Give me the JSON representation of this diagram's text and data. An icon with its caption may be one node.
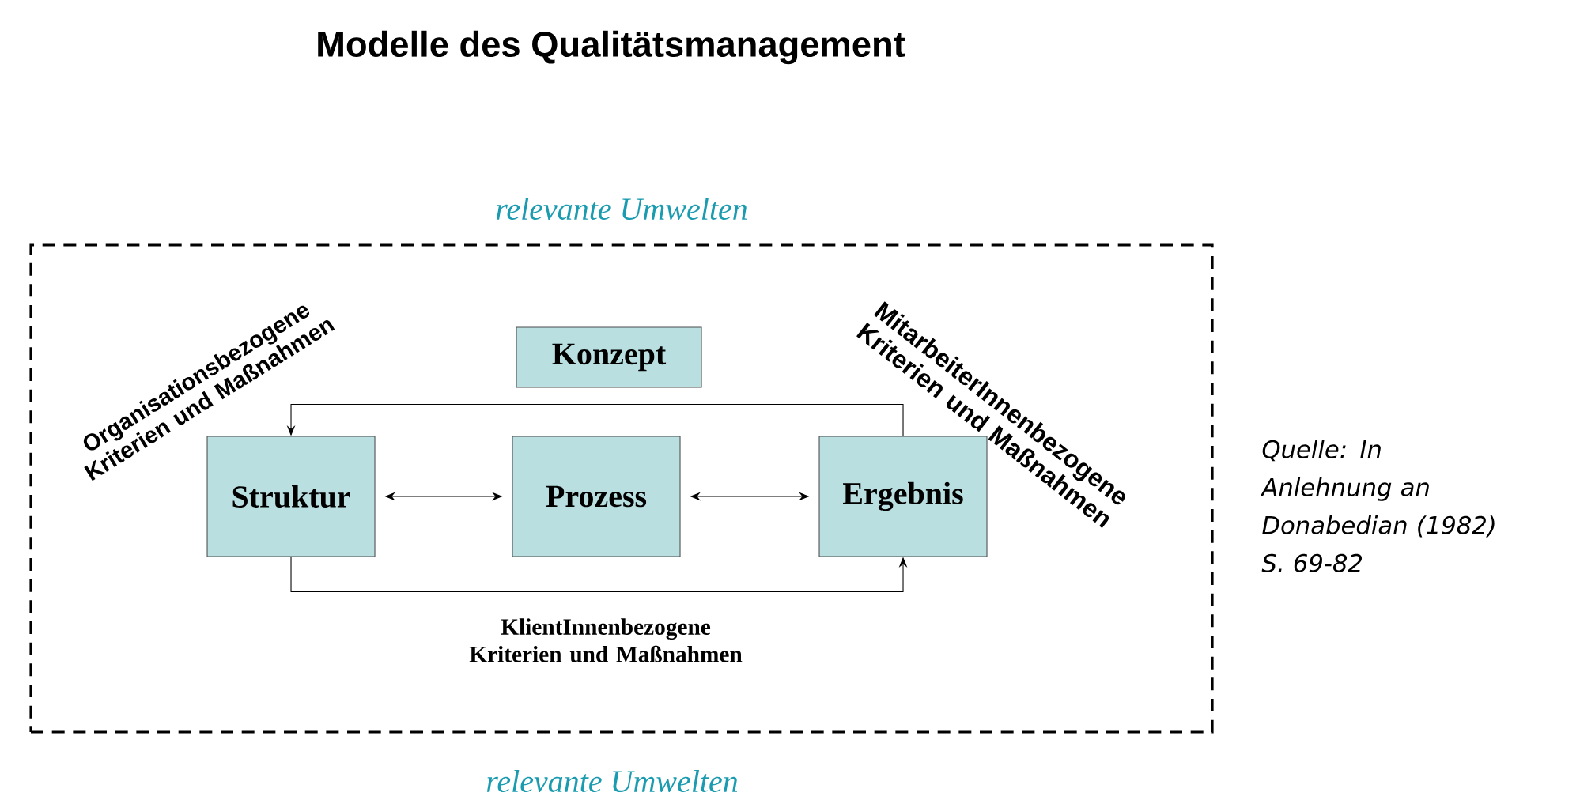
{
  "diagram": {
    "title": "Modelle des Qualitätsmanagement",
    "nodes": [
      {
        "text": [
          "relevante Umwelten",
          "relevante Umwelten"
        ]
      },
      {
        "text": [
          "Konzept"
        ],
        "in": 0
      },
      {
        "text": [
          "Struktur"
        ],
        "in": 0
      },
      {
        "text": [
          "Prozess"
        ],
        "in": 0
      },
      {
        "text": [
          "Ergebnis"
        ],
        "in": 0
      }
    ],
    "edges": [
      {
        "from": 2,
        "to": 3,
        "arrow": "both"
      },
      {
        "from": 3,
        "to": 4,
        "arrow": "both"
      },
      {
        "from": 4,
        "to": 2,
        "arrow": "to"
      },
      {
        "from": 2,
        "to": 4,
        "arrow": "to"
      }
    ],
    "labels": [
      "Organisationsbezogene Kriterien und Maßnahmen",
      "MitarbeiterInnenbezogene Kriterien und Maßnahmen",
      "KlientInnenbezogene Kriterien und Maßnahmen",
      "Quelle: In Anlehnung an Donabedian (1982) S. 69-82"
    ]
  }
}
